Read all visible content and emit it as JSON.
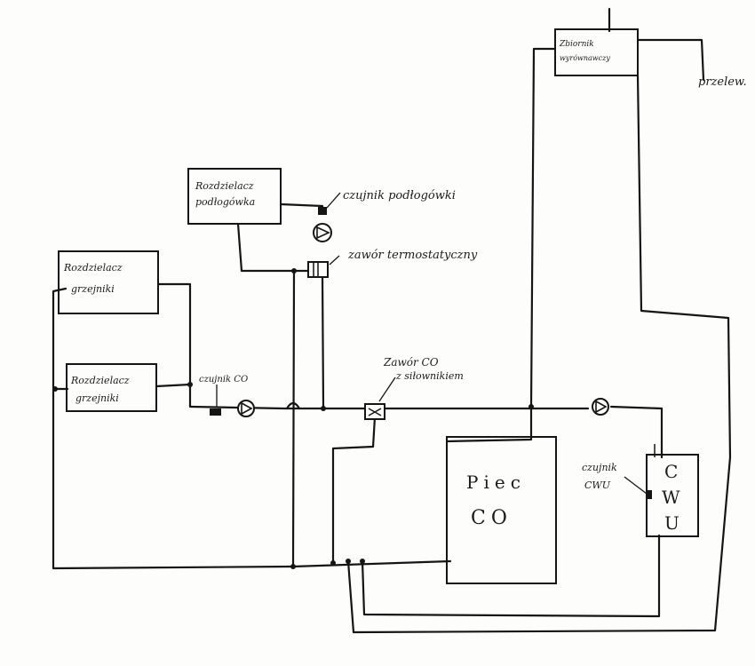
{
  "labels": {
    "expansion_tank_line1": "Zbiornik",
    "expansion_tank_line2": "wyrównawczy",
    "overflow": "przelew.",
    "floor_distributor_line1": "Rozdzielacz",
    "floor_distributor_line2": "podłogówka",
    "floor_sensor": "czujnik podłogówki",
    "thermostatic_valve": "zawór termostatyczny",
    "radiator_distributor_top_line1": "Rozdzielacz",
    "radiator_distributor_top_line2": "grzejniki",
    "radiator_distributor_bottom_line1": "Rozdzielacz",
    "radiator_distributor_bottom_line2": "grzejniki",
    "co_sensor": "czujnik CO",
    "co_valve_line1": "Zawór CO",
    "co_valve_line2": "z siłownikiem",
    "boiler_line1": "Piec",
    "boiler_line2": "CO",
    "cwu_sensor_line1": "czujnik",
    "cwu_sensor_line2": "CWU",
    "cwu_line1": "C",
    "cwu_line2": "W",
    "cwu_line3": "U"
  }
}
